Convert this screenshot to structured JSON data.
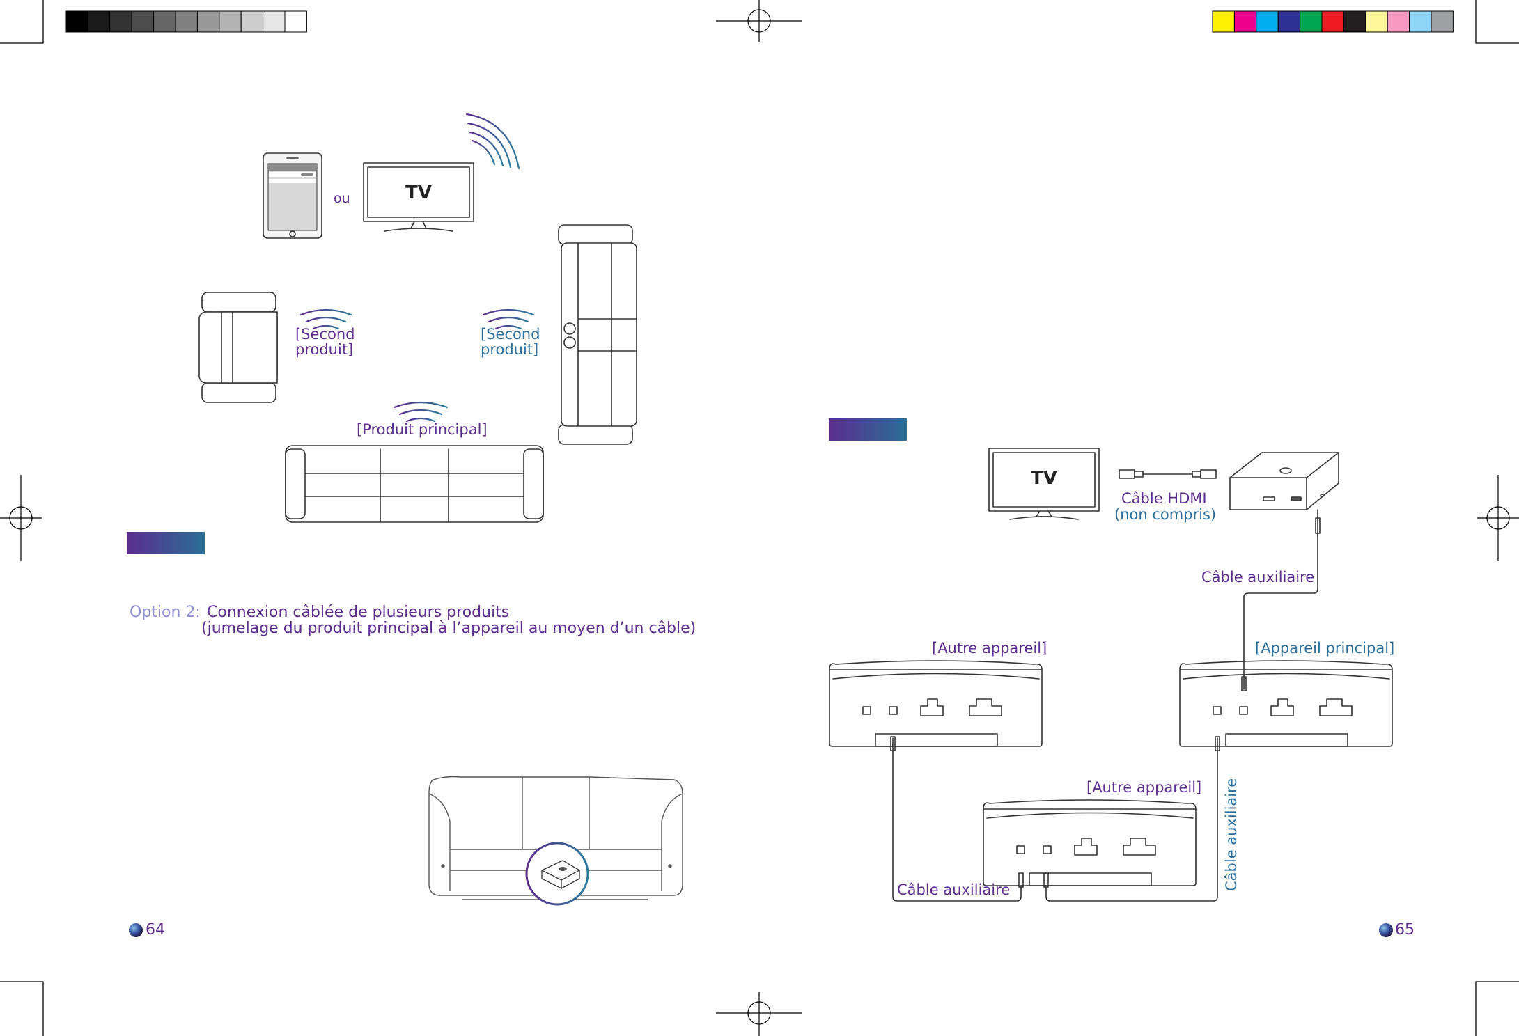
{
  "color_bar_left": [
    "#000000",
    "#1a1a1a",
    "#333333",
    "#4d4d4d",
    "#666666",
    "#808080",
    "#999999",
    "#b3b3b3",
    "#cccccc",
    "#e6e6e6",
    "#ffffff"
  ],
  "color_bar_right": [
    "#fff200",
    "#ec008c",
    "#00aeef",
    "#2e3192",
    "#00a651",
    "#ed1c24",
    "#231f20",
    "#fff799",
    "#f49ac1",
    "#8fd3f5",
    "#9d9fa2"
  ],
  "accent": {
    "purple": "#5b2d8e",
    "teal": "#2c6f9c",
    "lilac": "#8e8ed0"
  },
  "left_page": {
    "diagram": {
      "ou": "ou",
      "tv": "TV",
      "second_left_1": "[Second",
      "second_left_2": "produit]",
      "second_right_1": "[Second",
      "second_right_2": "produit]",
      "main_product": "[Produit principal]"
    },
    "option": {
      "prefix": "Option 2:",
      "title_line1": "Connexion câblée de plusieurs produits",
      "title_line2": "(jumelage du produit principal à l’appareil au moyen d’un câble)"
    },
    "page_number": "64"
  },
  "right_page": {
    "tv": "TV",
    "hdmi_line1": "Câble HDMI",
    "hdmi_line2": "(non compris)",
    "aux_cable_top": "Câble auxiliaire",
    "other_device_left": "[Autre appareil]",
    "main_device": "[Appareil principal]",
    "other_device_bottom": "[Autre appareil]",
    "aux_cable_bottom": "Câble auxiliaire",
    "aux_cable_vertical": "Câble auxiliaire",
    "page_number": "65"
  },
  "icons": [
    "crop-mark-icon",
    "registration-mark-icon",
    "tablet-icon",
    "tv-icon",
    "wifi-signal-icon",
    "armchair-icon",
    "sofa-icon",
    "hdmi-cable-icon",
    "hub-box-icon",
    "speaker-device-icon",
    "page-bullet-icon"
  ]
}
